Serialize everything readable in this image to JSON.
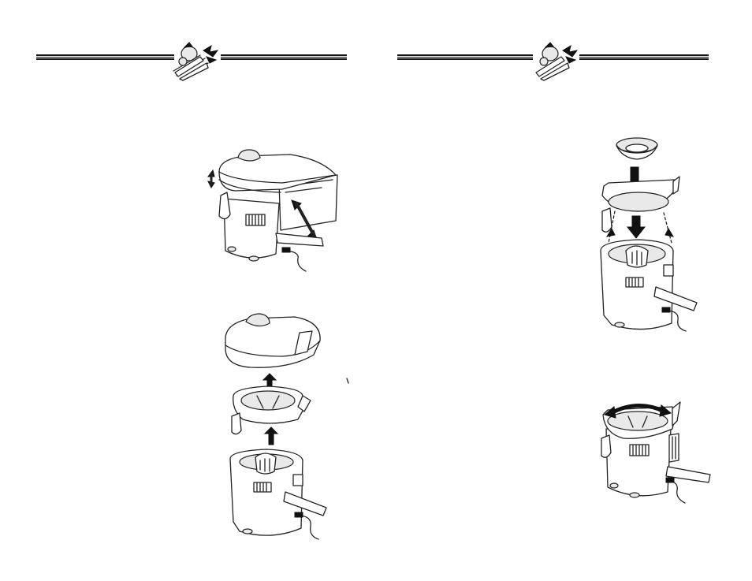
{
  "pages": [
    {
      "id": "left",
      "figures": [
        {
          "id": "juicer-lid-locked",
          "icon": "assembled-juicer-with-pulp-container-illustration"
        },
        {
          "id": "juicer-disassembly",
          "icon": "exploded-juicer-parts-illustration"
        }
      ]
    },
    {
      "id": "right",
      "figures": [
        {
          "id": "filter-basket-insertion",
          "icon": "filter-basket-insertion-illustration"
        },
        {
          "id": "bowl-rotation",
          "icon": "bowl-rotation-illustration"
        }
      ]
    }
  ],
  "header": {
    "emblem": "vegetable-bouquet-icon",
    "rule_color": "#111111"
  }
}
